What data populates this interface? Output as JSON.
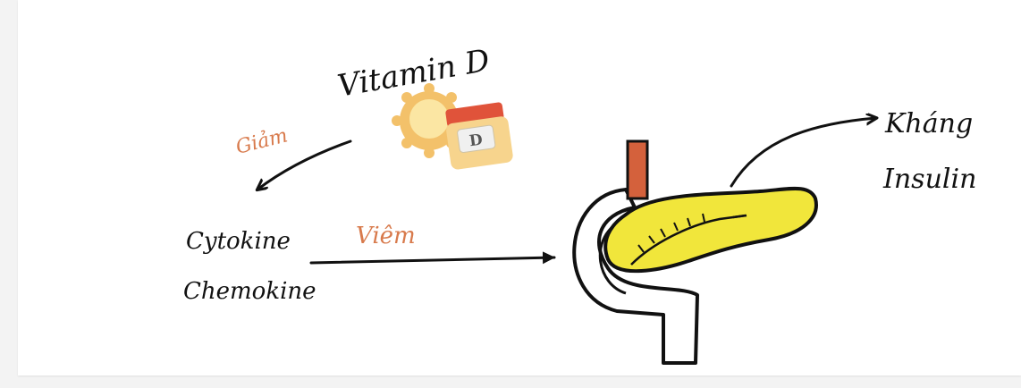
{
  "diagram": {
    "labels": {
      "vitamin_d": "Vitamin D",
      "giam": "Giảm",
      "cytokine": "Cytokine",
      "chemokine": "Chemokine",
      "viem": "Viêm",
      "khang": "Kháng",
      "insulin": "Insulin",
      "bottle_letter": "D"
    },
    "colors": {
      "ink": "#111111",
      "accent_text": "#d87a4c",
      "pancreas_fill": "#f1e63b",
      "duct_fill": "#d4613c",
      "sun_outer": "#f3c16a",
      "sun_inner": "#fbe6a3",
      "bottle_lid": "#e0533a",
      "bottle_body": "#f7d48d"
    },
    "icons": {
      "sun": "sun-icon",
      "bottle": "vitamin-d-bottle-icon",
      "organ": "pancreas-illustration"
    }
  }
}
